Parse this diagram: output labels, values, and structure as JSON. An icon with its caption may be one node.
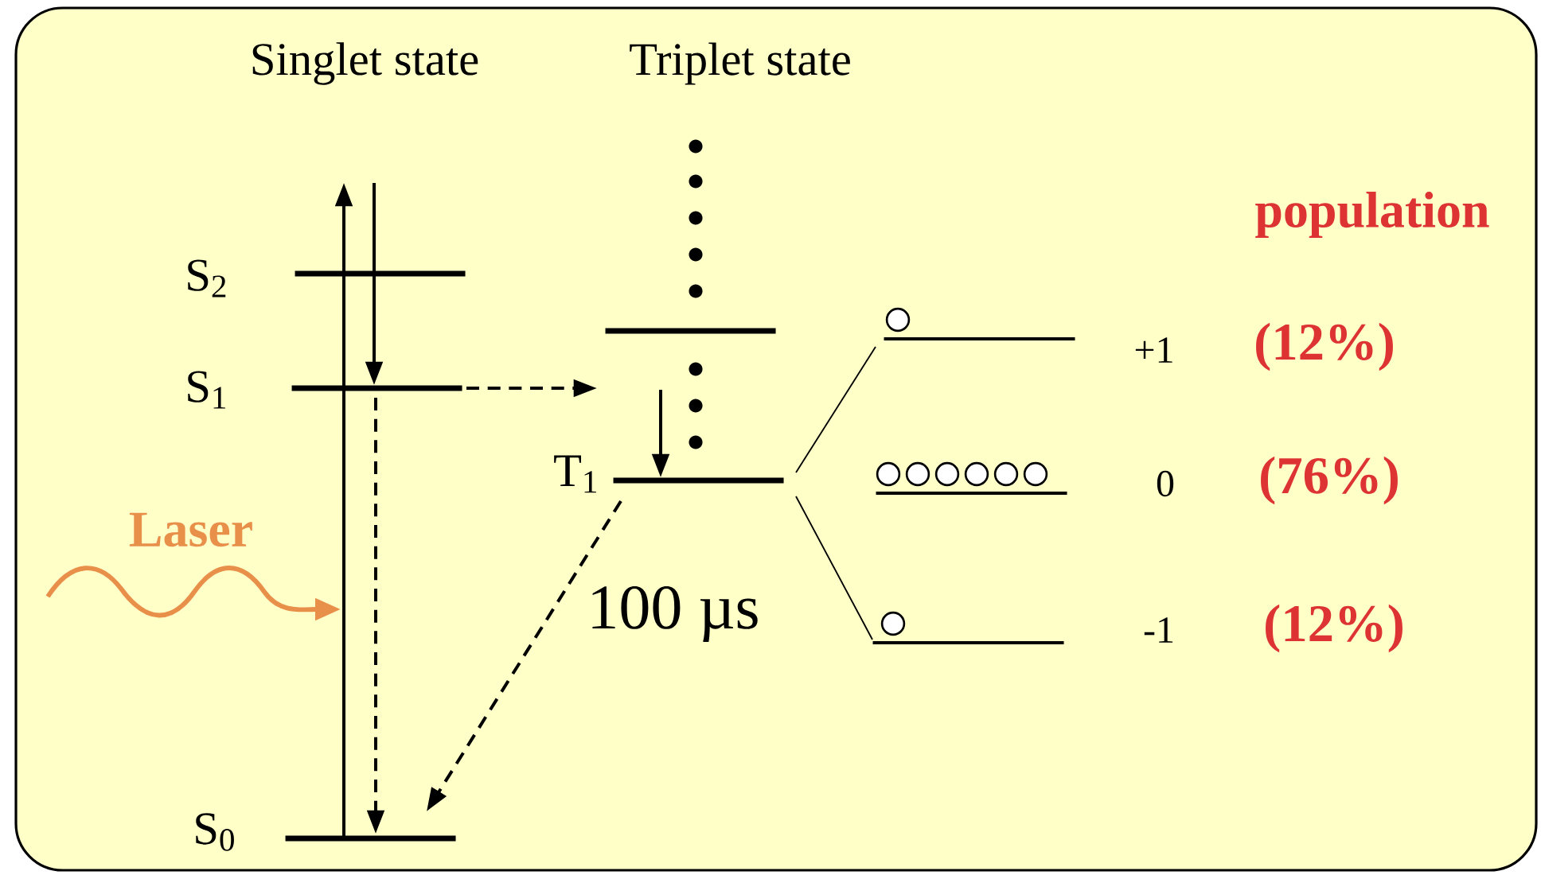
{
  "diagram": {
    "nodes": [
      {
        "text": [
          "S$_{2}$"
        ]
      },
      {
        "text": [
          "S$_{1}$"
        ]
      },
      {
        "text": [
          "S$_{0}$"
        ]
      },
      {
        "text": [],
        "shape": "bar"
      },
      {
        "text": [
          "T$_{1}$"
        ]
      },
      {
        "text": [],
        "shape": "bar",
        "beside": [
          "+1",
          "(12%)"
        ]
      },
      {
        "text": [],
        "shape": "bar",
        "beside": [
          "0",
          "(76%)"
        ]
      },
      {
        "text": [],
        "shape": "bar",
        "beside": [
          "-1",
          "(12%)"
        ]
      }
    ],
    "edges": [
      {
        "from": 2,
        "to": null,
        "arrow": "to"
      },
      {
        "from": null,
        "to": 1,
        "arrow": "to"
      },
      {
        "from": 1,
        "to": null,
        "arrow": "to",
        "style": "dashed"
      },
      {
        "from": 1,
        "to": 2,
        "arrow": "to",
        "style": "dashed"
      },
      {
        "from": null,
        "to": 4,
        "arrow": "to"
      },
      {
        "from": 4,
        "to": 2,
        "arrow": "to",
        "style": "dashed",
        "label": "100 µs"
      },
      {
        "from": 4,
        "to": 5,
        "arrow": "none"
      },
      {
        "from": 4,
        "to": 7,
        "arrow": "none"
      }
    ],
    "labels": [
      "Singlet state",
      "Triplet state",
      "population",
      "Laser"
    ]
  }
}
